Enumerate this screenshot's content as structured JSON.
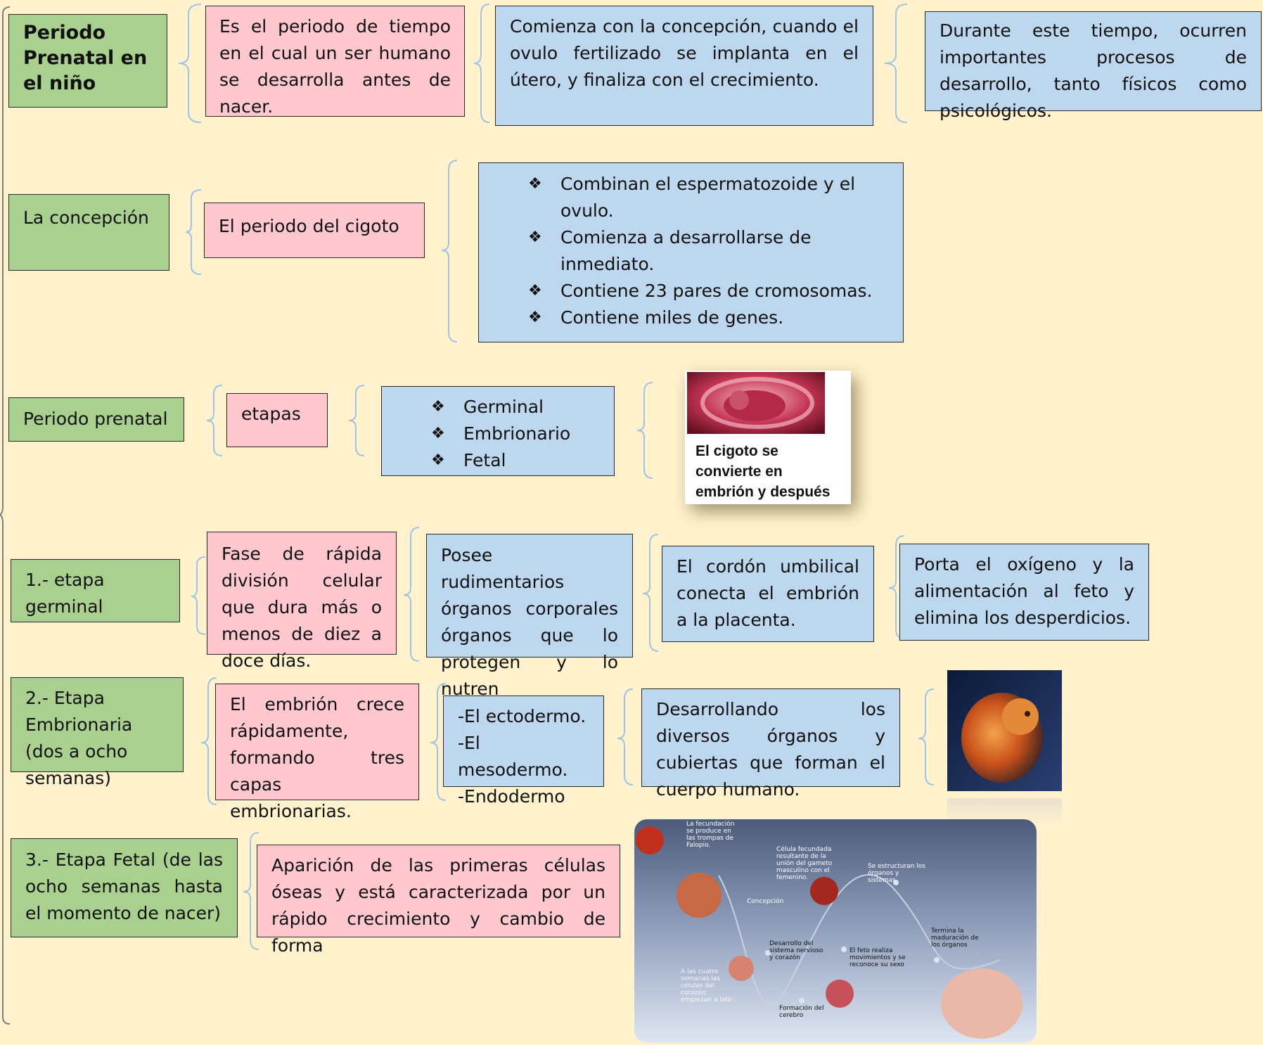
{
  "rows": {
    "r1": {
      "title": [
        "Periodo",
        "Prenatal en",
        "el niño"
      ],
      "definition": "Es el periodo de tiempo en el cual un ser humano se desarrolla antes de nacer.",
      "span": "Comienza con la concepción, cuando el ovulo fertilizado se implanta en el útero, y finaliza con el crecimiento.",
      "processes": "Durante este tiempo, ocurren importantes procesos de desarrollo, tanto físicos como psicológicos."
    },
    "r2": {
      "title": "La concepción",
      "zygote": "El periodo del cigoto",
      "facts": [
        "Combinan el espermatozoide y el ovulo.",
        "Comienza a desarrollarse de inmediato.",
        "Contiene 23 pares de cromosomas.",
        "Contiene miles de genes."
      ]
    },
    "r3": {
      "title": "Periodo prenatal",
      "stages_label": "etapas",
      "stages": [
        "Germinal",
        "Embrionario",
        "Fetal"
      ],
      "image_caption": "El cigoto se convierte en embrión y después en feto."
    },
    "r4": {
      "title": [
        "1.- etapa",
        "germinal"
      ],
      "phase": "Fase de rápida división celular que dura más o menos de diez a doce días.",
      "organs": "Posee rudimentarios órganos corporales órganos que lo protegen y lo nutren",
      "cord": "El cordón umbilical conecta el embrión a la placenta.",
      "carries": "Porta el oxígeno y la alimentación al feto y elimina los desperdicios."
    },
    "r5": {
      "title": "2.- Etapa Embrionaria (dos a ocho semanas)",
      "growth": "El embrión crece rápidamente, formando tres capas embrionarias.",
      "layers": [
        "-El ectodermo.",
        "-El mesodermo.",
        "-Endodermo"
      ],
      "develop": "Desarrollando los diversos órganos y cubiertas que forman el cuerpo humano."
    },
    "r6": {
      "title": "3.- Etapa Fetal (de las ocho semanas hasta el momento de nacer)",
      "description": "Aparición de las primeras células óseas y está caracterizada por un rápido crecimiento y cambio de forma"
    }
  },
  "panel_labels": {
    "fecundacion": "La fecundación se produce en las trompas de Falopio.",
    "celula": "Célula fecundada resultante de la unión del gameto masculino con el femenino.",
    "concepcion": "Concepción",
    "estructuran": "Se estructuran los órganos y sistemas",
    "sistema": "Desarrollo del sistema nervioso y corazón",
    "feto": "El feto realiza movimientos y se reconoce su sexo",
    "termina": "Termina la maduración de los órganos",
    "cuatro": "A las cuatro semanas las células del corazón empiezan a latir",
    "cerebro": "Formación del cerebro"
  },
  "colors": {
    "background": "#fff2cc",
    "green": "#a9d08e",
    "pink": "#ffc7ce",
    "blue": "#bdd7ee",
    "brace": "#9dc3e6"
  },
  "icons": {
    "bullet": "diamond-bullet-icon"
  }
}
